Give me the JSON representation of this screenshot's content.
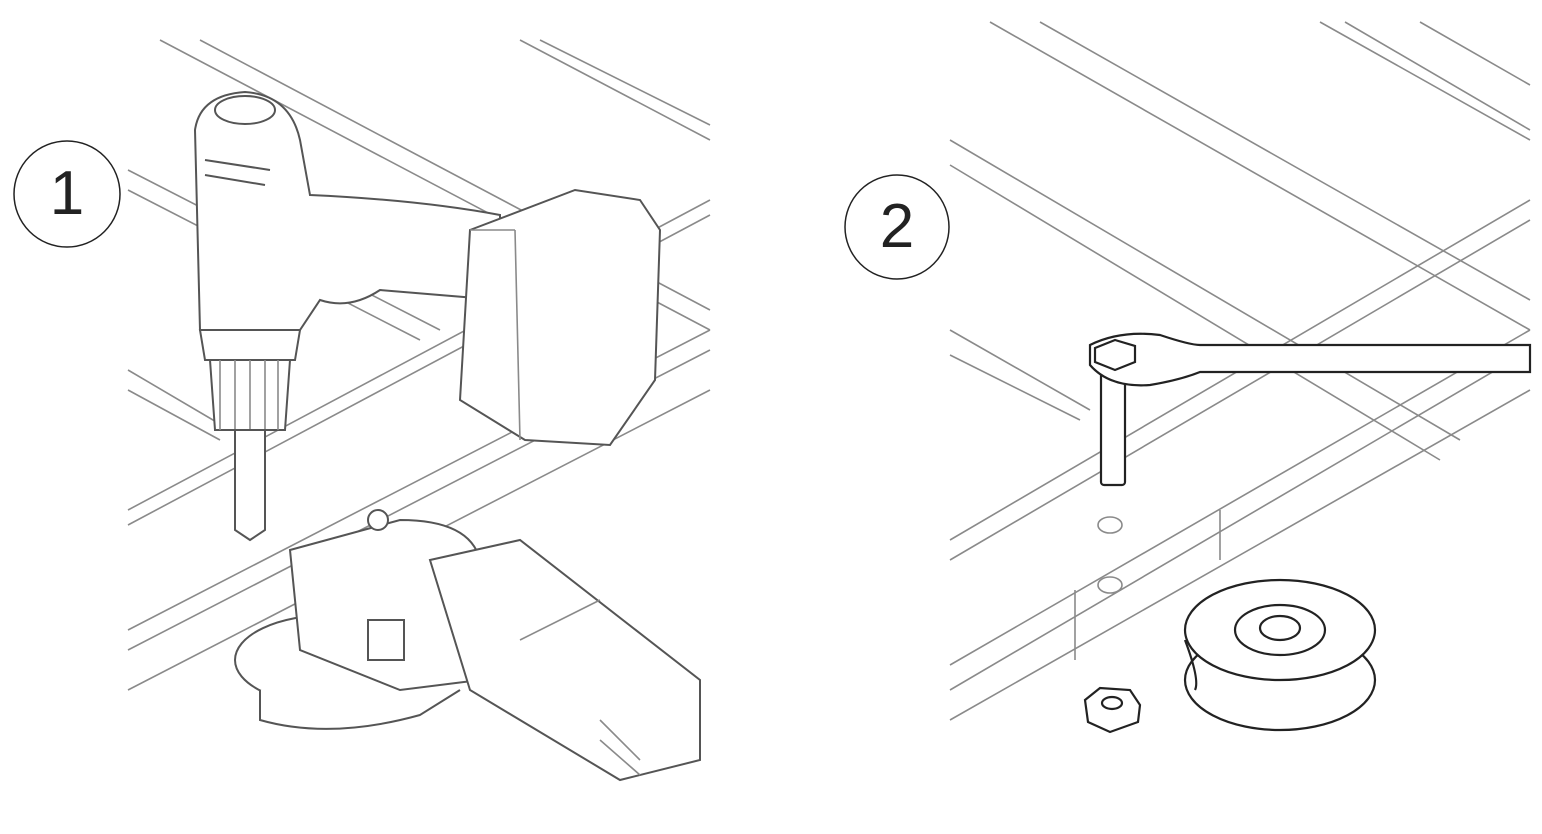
{
  "steps": [
    {
      "number": "1",
      "content": [
        "drill",
        "angle-grinder",
        "frame-rail"
      ]
    },
    {
      "number": "2",
      "content": [
        "bolt",
        "wrench",
        "pulley-wheel",
        "hex-nut",
        "frame-rail"
      ]
    }
  ],
  "colors": {
    "line": "#8a8a8a",
    "dark_line": "#222222",
    "background": "#ffffff"
  }
}
